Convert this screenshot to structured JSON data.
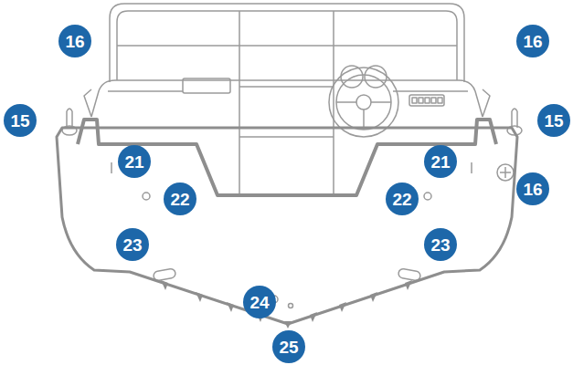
{
  "diagram": {
    "labels": [
      "16",
      "16",
      "15",
      "15",
      "21",
      "21",
      "16",
      "22",
      "22",
      "23",
      "23",
      "24",
      "25"
    ]
  }
}
